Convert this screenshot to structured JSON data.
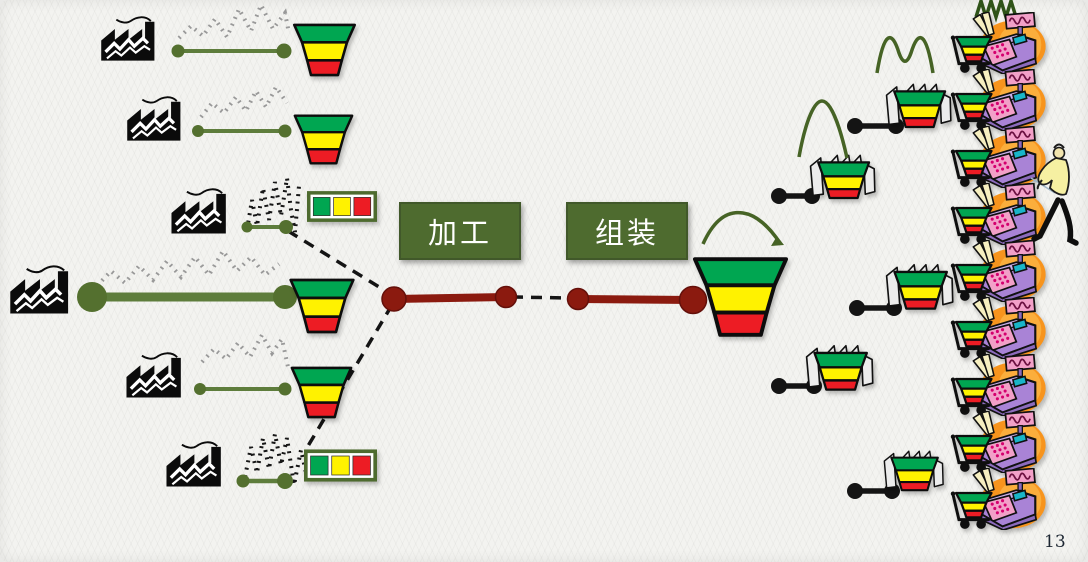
{
  "slide": {
    "page_number": "13",
    "process_steps": [
      {
        "id": "processing",
        "label": "加工"
      },
      {
        "id": "assembly",
        "label": "组装"
      }
    ],
    "palette": {
      "process_box_green": "#4E6B2F",
      "supplier_line_olive": "#5E7D3C",
      "main_line_maroon": "#8B1A0F",
      "funnel_green": "#00A651",
      "funnel_yellow": "#FFF200",
      "funnel_red": "#ED1C24",
      "demand_dots_gray": "#999999",
      "connector_black": "#141414",
      "curve_dark_green": "#466325",
      "background": "#F3F3F0"
    },
    "left_suppliers": [
      {
        "icon": "factory-icon",
        "signal": "gray-dotted-zigzag",
        "link": "olive-dot-line",
        "inventory": "funnel-icon"
      },
      {
        "icon": "factory-icon",
        "signal": "gray-dotted-zigzag",
        "link": "olive-dot-line",
        "inventory": "funnel-icon"
      },
      {
        "icon": "factory-icon",
        "signal": "black-dotted-zigzag",
        "link": "olive-dot-line",
        "inventory": "traffic-bar-icon",
        "feeds_junction": true
      },
      {
        "icon": "factory-icon",
        "signal": "gray-dotted-zigzag",
        "link": "olive-dot-line-thick",
        "inventory": "funnel-icon"
      },
      {
        "icon": "factory-icon",
        "signal": "gray-dotted-zigzag",
        "link": "olive-dot-line",
        "inventory": "funnel-icon"
      },
      {
        "icon": "factory-icon",
        "signal": "black-dotted-zigzag",
        "link": "olive-dot-line",
        "inventory": "traffic-bar-icon",
        "feeds_junction": true
      }
    ],
    "main_line": {
      "style": "maroon-dot-line",
      "segments": [
        "solid",
        "dashed",
        "solid"
      ]
    },
    "assembly_output": {
      "inventory": "big-funnel-icon",
      "curve": "bell-curve"
    },
    "distribution_funnels": [
      {
        "icon": "warehouse-funnel-icon",
        "link": "black-dot-line"
      },
      {
        "icon": "warehouse-funnel-icon",
        "link": "black-dot-line",
        "curve": "narrow-bell-curve"
      },
      {
        "icon": "warehouse-funnel-icon",
        "link": "black-dot-line"
      },
      {
        "icon": "warehouse-funnel-icon",
        "link": "black-dot-line"
      },
      {
        "icon": "warehouse-funnel-icon",
        "link": "black-dot-line"
      }
    ],
    "customers": {
      "count": 9,
      "icon": "cash-register-icon",
      "buffer_icon": "cart-funnel-icon"
    },
    "person": {
      "icon": "person-icon"
    },
    "decorations": [
      "green-zigzag-wave",
      "green-m-wave"
    ]
  }
}
